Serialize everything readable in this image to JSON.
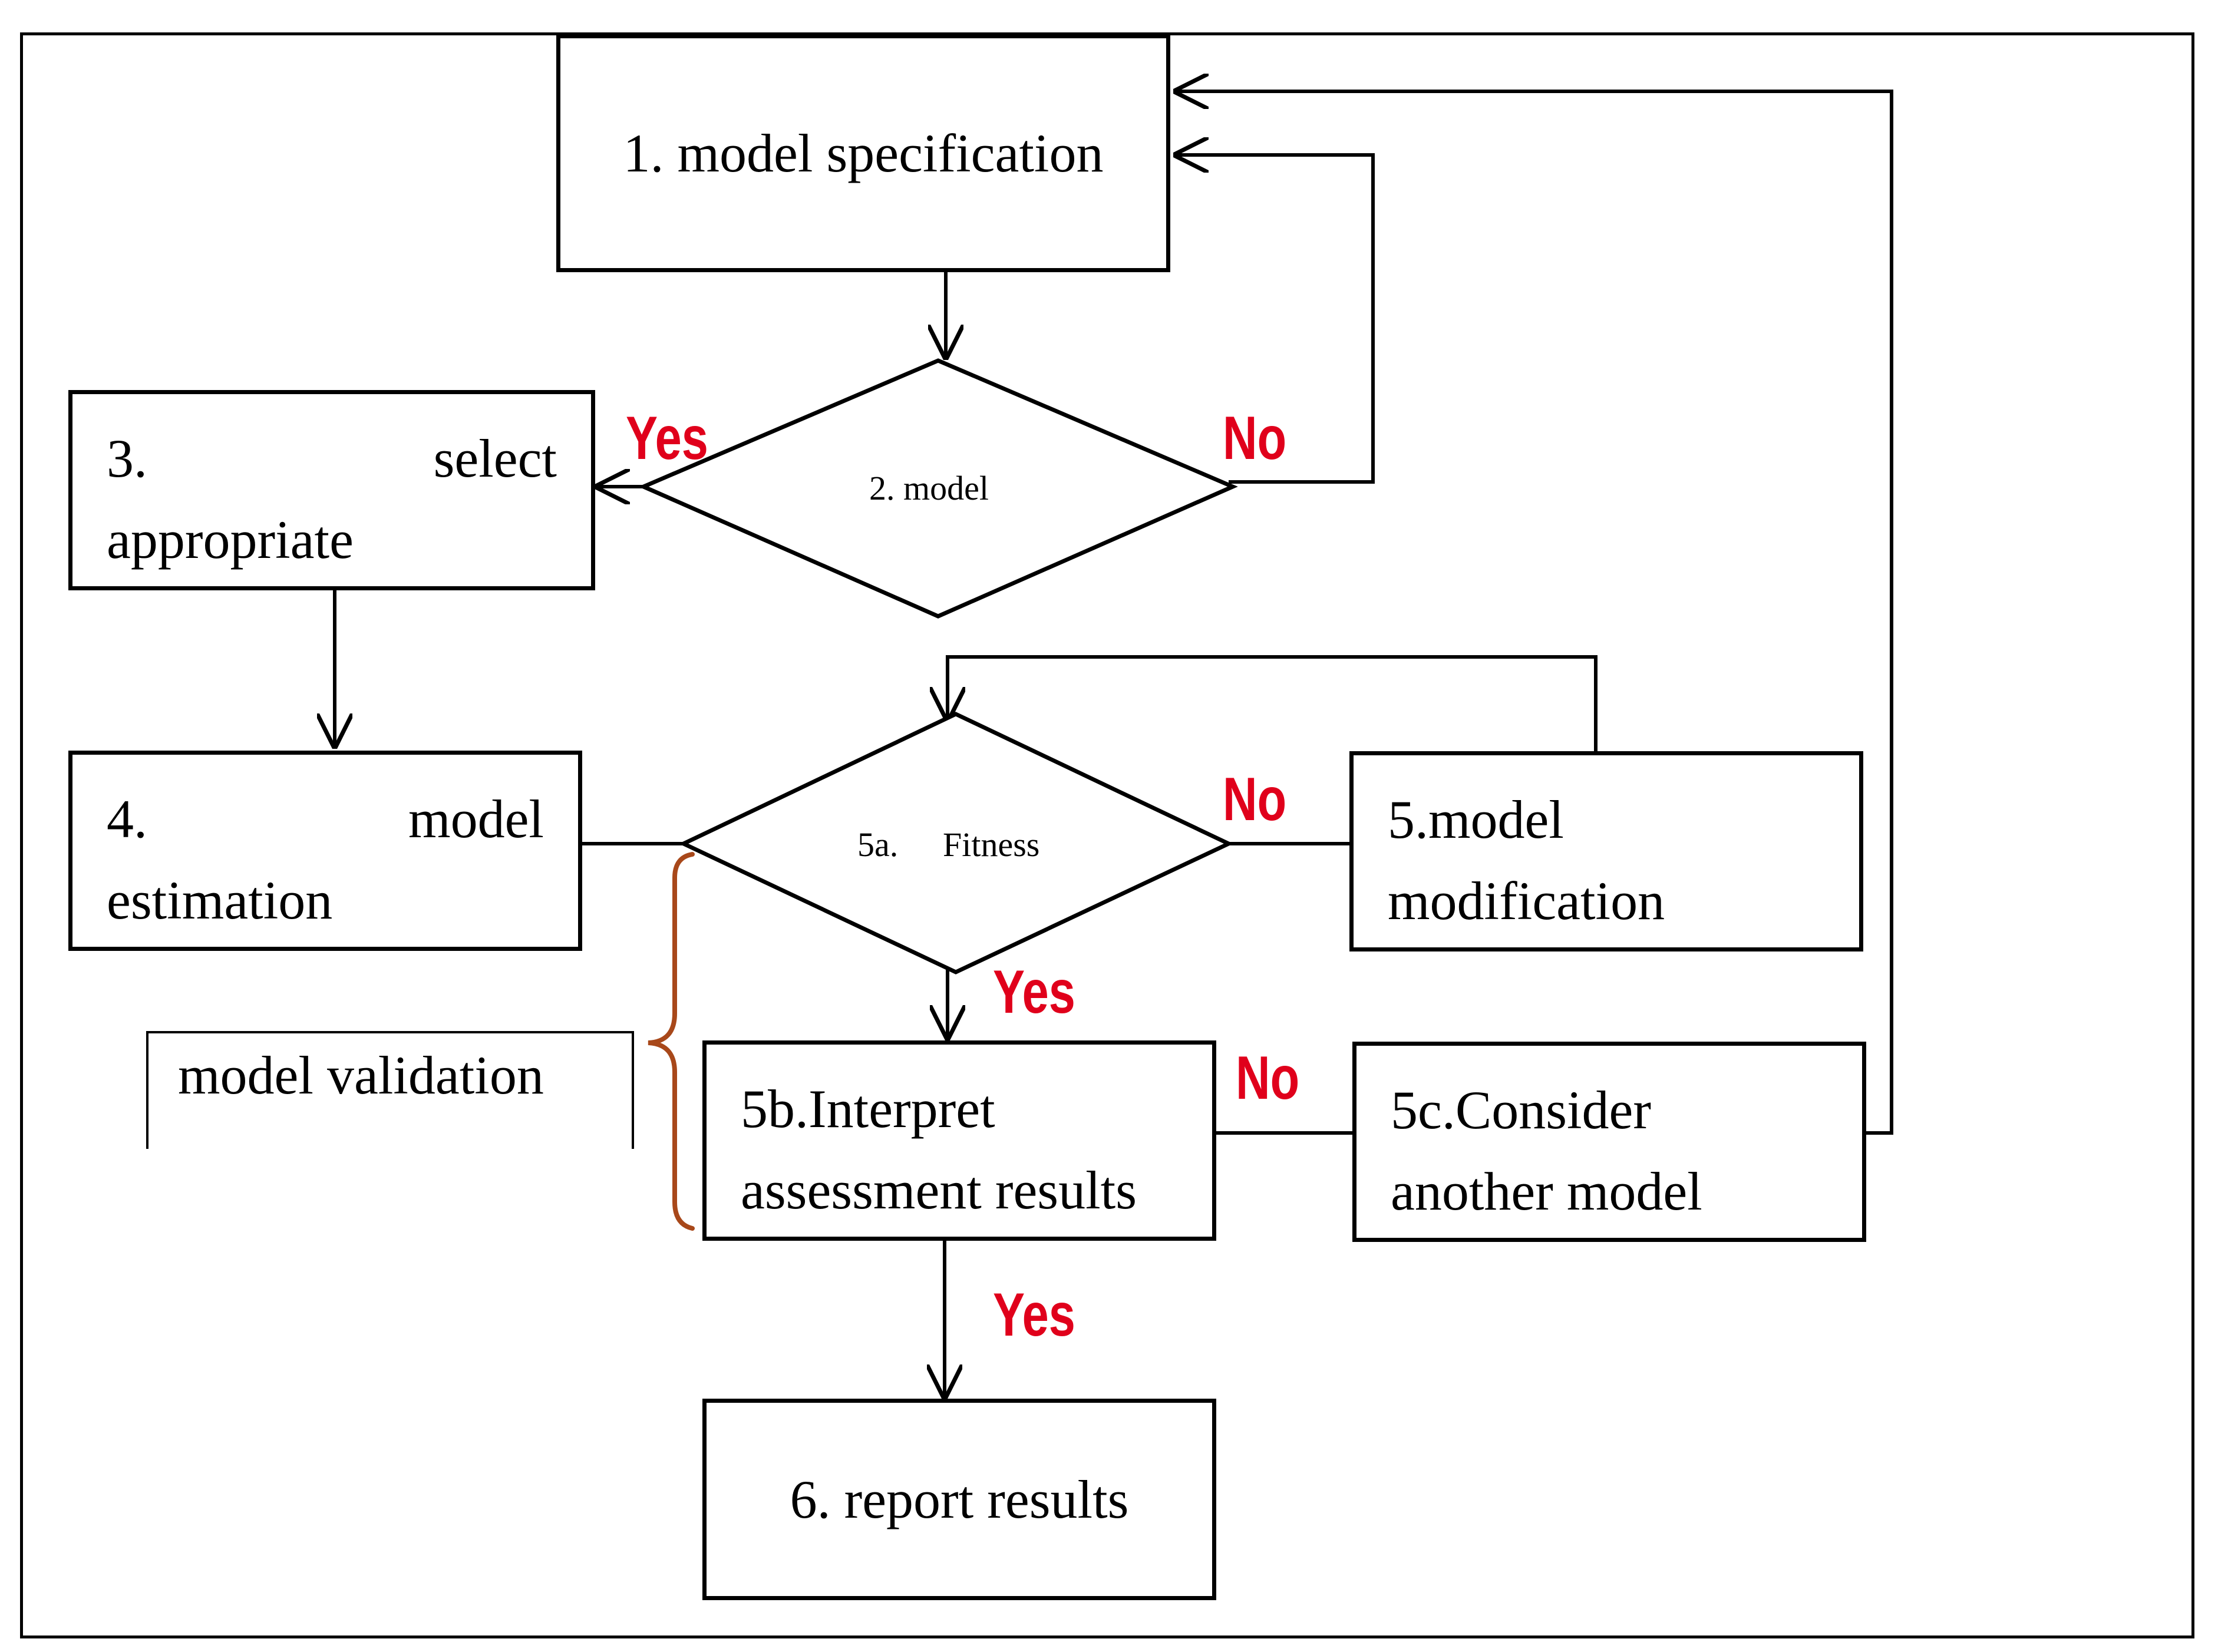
{
  "nodes": {
    "model_spec": "1. model specification",
    "decision_model": "2. model",
    "select_line1_a": "3.",
    "select_line1_b": "select",
    "select_line2": "appropriate",
    "estimation_line1_a": "4.",
    "estimation_line1_b": "model",
    "estimation_line2": "estimation",
    "fitness_a": "5a.",
    "fitness_b": "Fitness",
    "modification_line1": "5.model",
    "modification_line2": "modification",
    "interpret_line1": "5b.Interpret",
    "interpret_line2": "assessment results",
    "consider_line1": "5c.Consider",
    "consider_line2": "another model",
    "report": "6. report results",
    "validation": "model validation"
  },
  "edge_labels": {
    "yes_select": "Yes",
    "no_spec": "No",
    "no_modification": "No",
    "yes_interpret": "Yes",
    "no_consider": "No",
    "yes_report": "Yes"
  },
  "colors": {
    "line": "#000000",
    "label": "#e0001b",
    "brace": "#a8481a"
  }
}
